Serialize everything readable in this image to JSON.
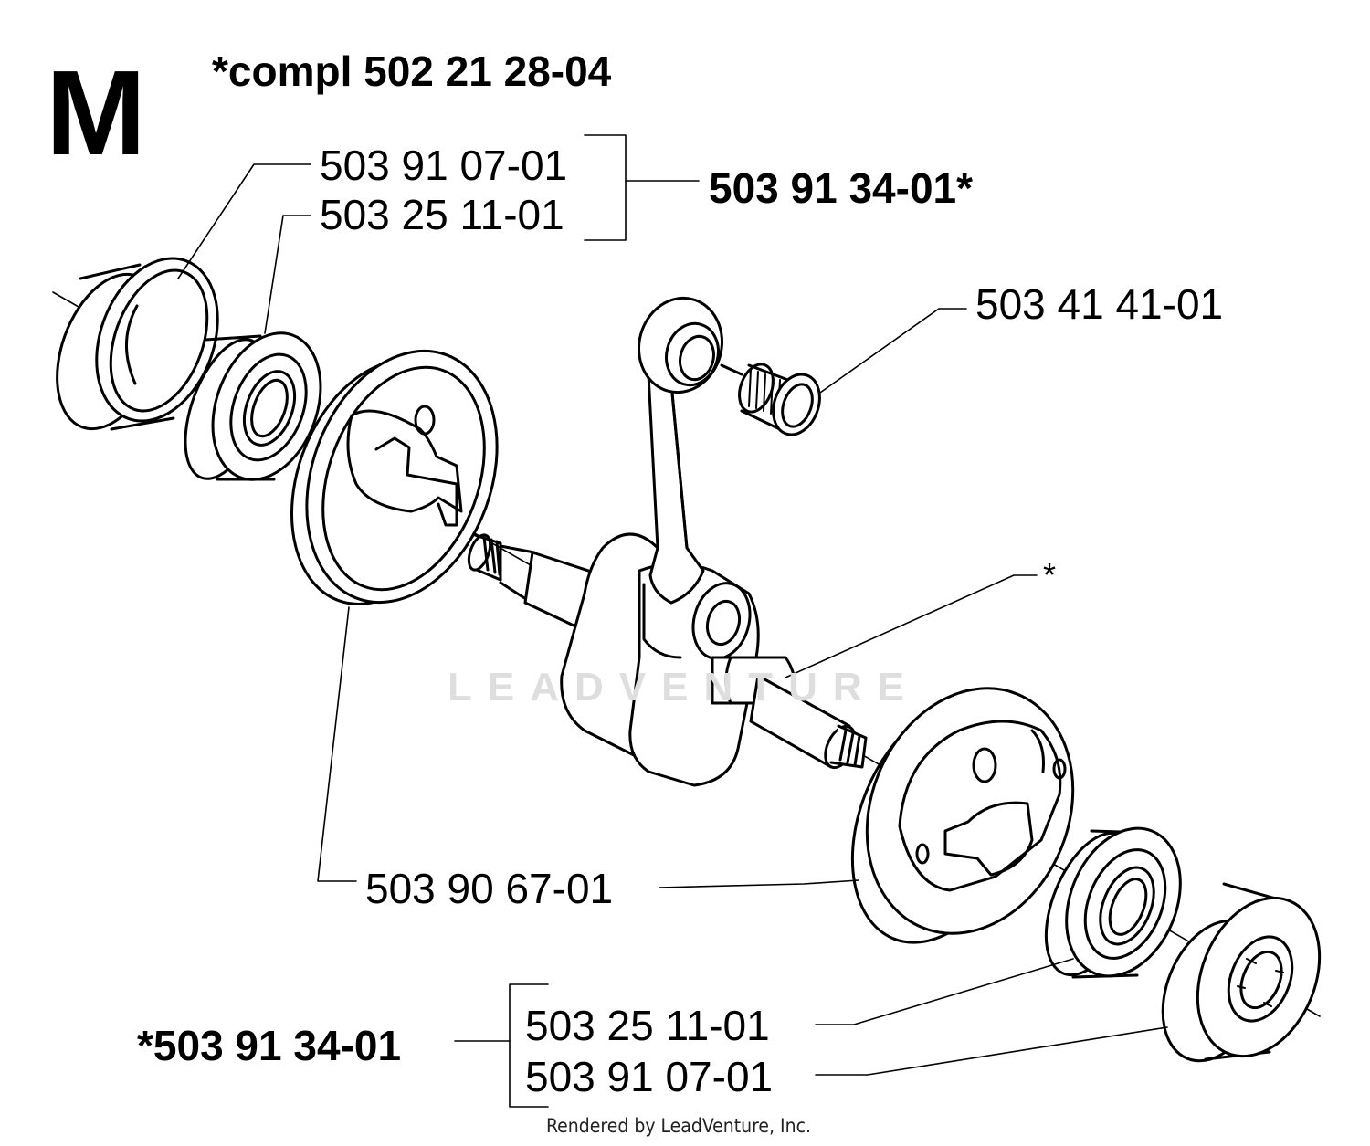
{
  "section_letter": "M",
  "kit_note": "*compl 502 21 28-04",
  "watermark": "LEADVENTURE",
  "credit": "Rendered by LeadVenture, Inc.",
  "callouts": {
    "top_ring": "503 91 07-01",
    "top_bearing": "503 25 11-01",
    "top_kit": "503 91 34-01*",
    "needle_bearing": "503 41 41-01",
    "crank_star": "*",
    "flywheel_half": "503 90 67-01",
    "bottom_kit": "*503 91 34-01",
    "bottom_bearing": "503 25 11-01",
    "bottom_ring": "503 91 07-01"
  }
}
